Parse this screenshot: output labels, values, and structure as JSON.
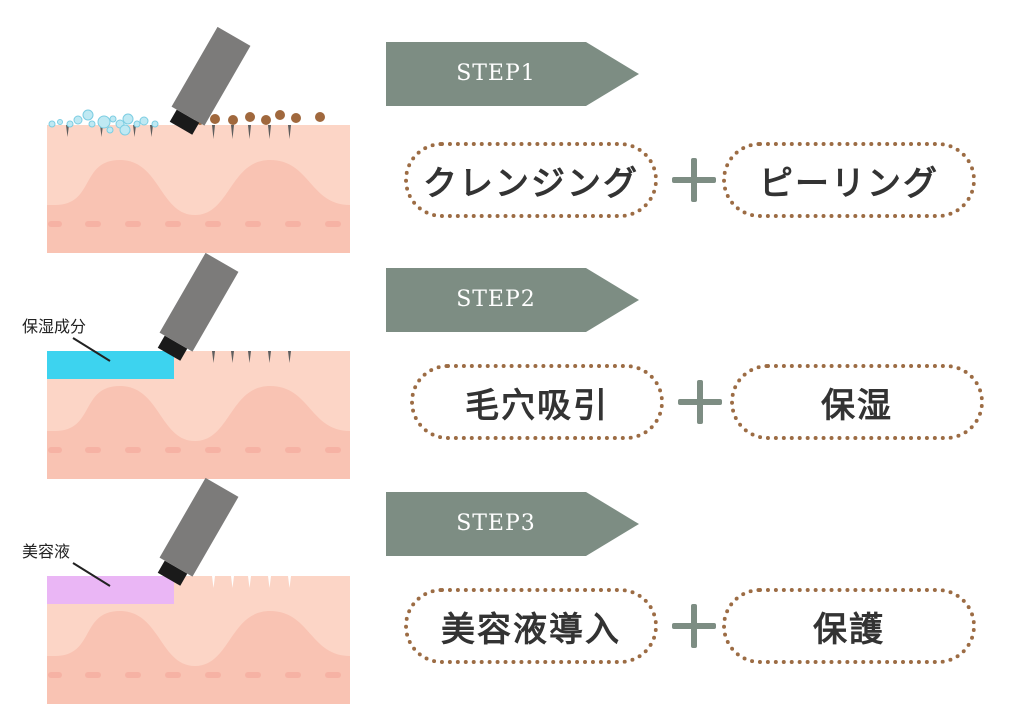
{
  "steps": [
    {
      "label": "STEP1",
      "left_text": "クレンジング",
      "right_text": "ピーリング",
      "callout": ""
    },
    {
      "label": "STEP2",
      "left_text": "毛穴吸引",
      "right_text": "保湿",
      "callout": "保湿成分"
    },
    {
      "label": "STEP3",
      "left_text": "美容液導入",
      "right_text": "保護",
      "callout": "美容液"
    }
  ],
  "colors": {
    "banner": "#7d8d83",
    "pill_border": "#9c6c44",
    "skin": "#fcd5c6",
    "skin_wave": "#f9c3b3",
    "moisture_layer": "#3dd3ef",
    "serum_layer": "#eab6f5",
    "device": "#7c7b7a",
    "dirt": "#a0683d",
    "bubbles": "#8ed8ec"
  },
  "icons": [
    "device-icon",
    "plus-icon",
    "bubble-icon",
    "dirt-icon",
    "pore-icon"
  ]
}
